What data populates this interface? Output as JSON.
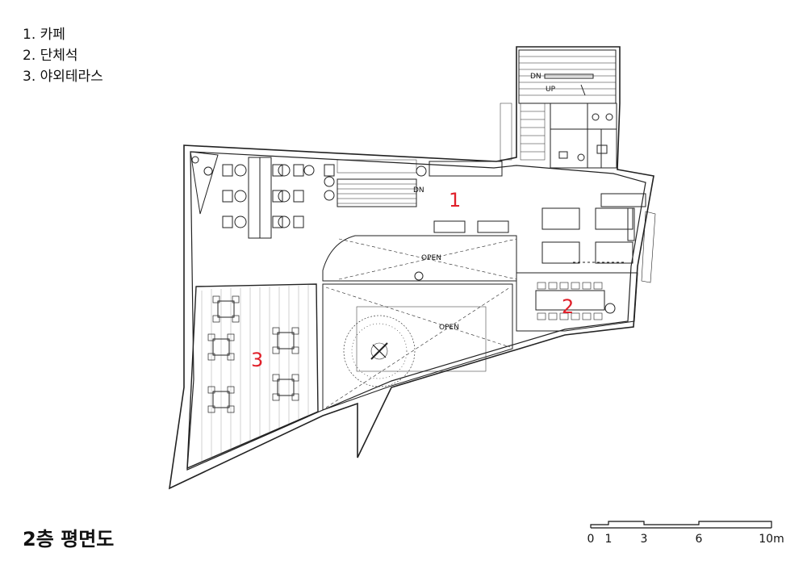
{
  "legend": {
    "items": [
      {
        "label": "1. 카페"
      },
      {
        "label": "2. 단체석"
      },
      {
        "label": "3. 야외테라스"
      }
    ]
  },
  "plan": {
    "title": "2층 평면도",
    "zone_labels": [
      "1",
      "2",
      "3"
    ],
    "open_labels": [
      "OPEN",
      "OPEN"
    ],
    "stair_labels": [
      "DN",
      "UP",
      "DN"
    ],
    "accent_color": "#e0202a",
    "line_color": "#222222"
  },
  "scale": {
    "ticks": [
      "0",
      "1",
      "3",
      "6",
      "10m"
    ]
  }
}
